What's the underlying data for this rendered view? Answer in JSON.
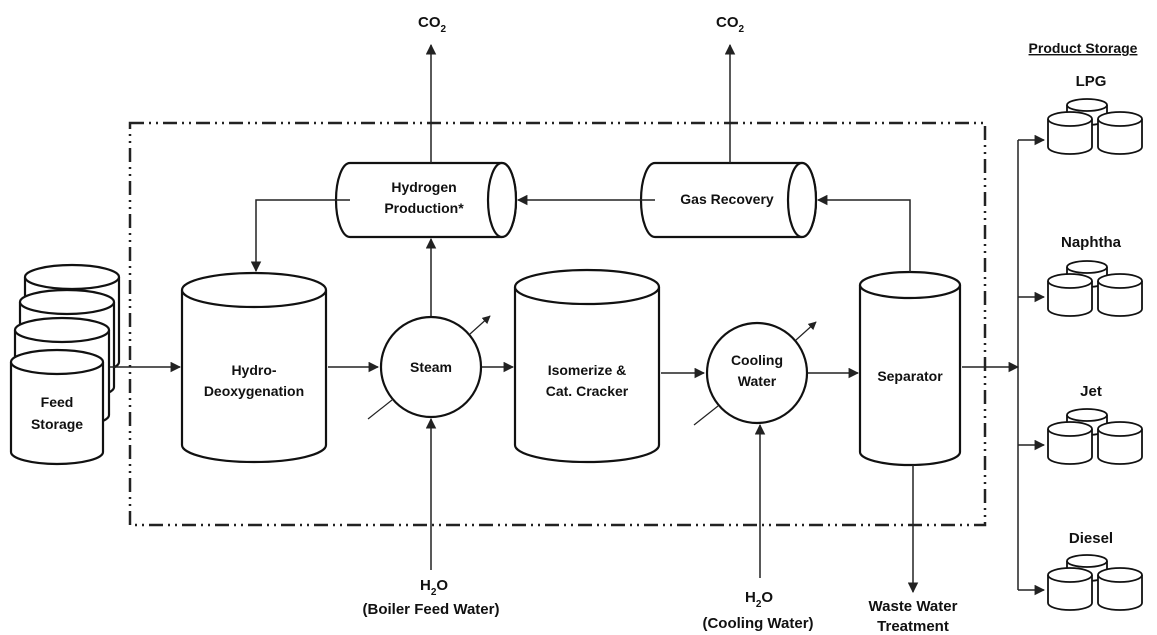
{
  "labels": {
    "co2_left_main": "CO",
    "co2_left_sub": "2",
    "co2_right_main": "CO",
    "co2_right_sub": "2",
    "product_storage": "Product Storage",
    "lpg": "LPG",
    "naphtha": "Naphtha",
    "jet": "Jet",
    "diesel": "Diesel",
    "hydrogen_line1": "Hydrogen",
    "hydrogen_line2": "Production*",
    "gas_recovery": "Gas Recovery",
    "feed_line1": "Feed",
    "feed_line2": "Storage",
    "hdo_line1": "Hydro-",
    "hdo_line2": "Deoxygenation",
    "steam": "Steam",
    "isom_line1": "Isomerize &",
    "isom_line2": "Cat. Cracker",
    "cooling_line1": "Cooling",
    "cooling_line2": "Water",
    "separator": "Separator",
    "h2o_left_main": "H",
    "h2o_left_sub": "2",
    "h2o_left_tail": "O",
    "boiler_feed_water": "(Boiler Feed Water)",
    "h2o_right_main": "H",
    "h2o_right_sub": "2",
    "h2o_right_tail": "O",
    "cooling_water_in": "(Cooling Water)",
    "waste_line1": "Waste Water",
    "waste_line2": "Treatment"
  }
}
